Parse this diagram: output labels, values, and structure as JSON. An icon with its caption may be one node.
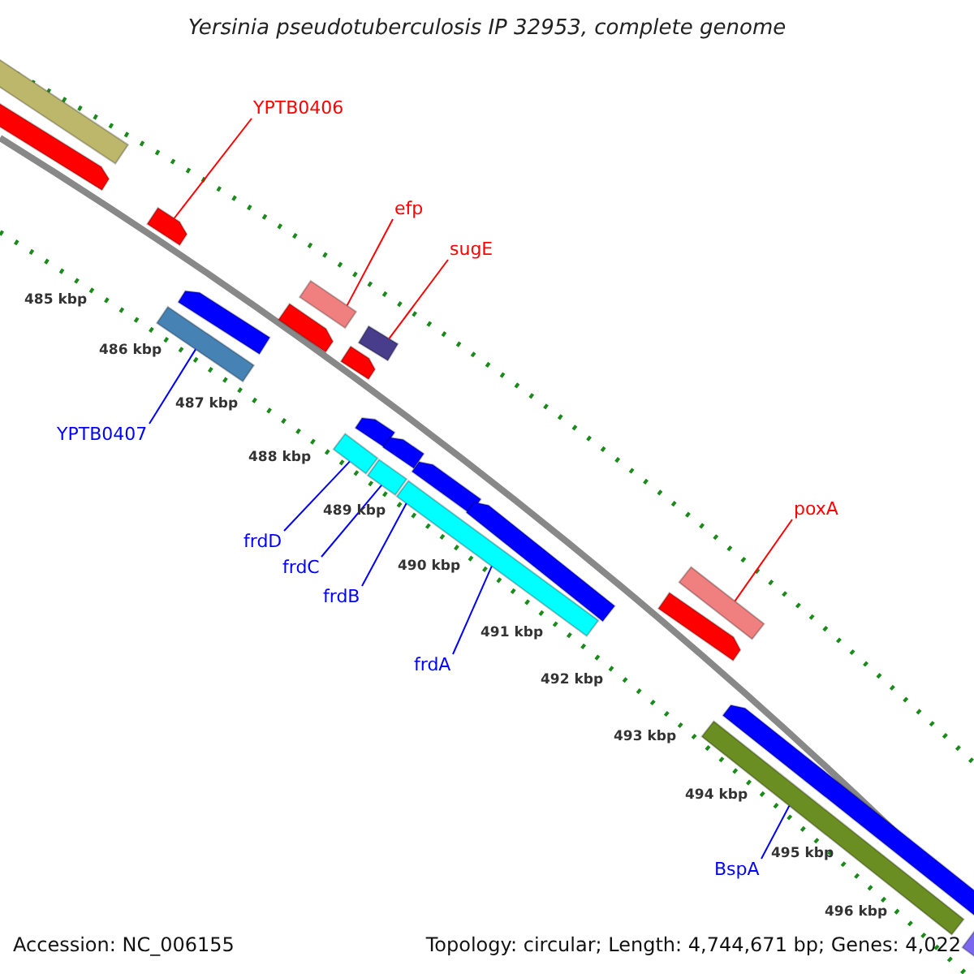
{
  "diagram": {
    "title": "Yersinia pseudotuberculosis IP 32953, complete genome",
    "nodes": [
      {
        "text": [
          "YPTB0406"
        ]
      },
      {
        "text": [
          "efp"
        ]
      },
      {
        "text": [
          "sugE"
        ]
      },
      {
        "text": [
          "YPTB0407"
        ]
      },
      {
        "text": [
          "frdD"
        ]
      },
      {
        "text": [
          "frdC"
        ]
      },
      {
        "text": [
          "frdB"
        ]
      },
      {
        "text": [
          "frdA"
        ]
      },
      {
        "text": [
          "poxA"
        ]
      },
      {
        "text": [
          "BspA"
        ]
      },
      {
        "text": [],
        "shape": "bar"
      },
      {
        "text": [],
        "shape": "arrow"
      },
      {
        "text": [],
        "shape": "arrow"
      },
      {
        "text": [],
        "shape": "bar"
      },
      {
        "text": [],
        "shape": "arrow"
      },
      {
        "text": [],
        "shape": "bar"
      },
      {
        "text": [],
        "shape": "arrow"
      },
      {
        "text": [],
        "shape": "arrow"
      },
      {
        "text": [],
        "shape": "bar"
      },
      {
        "text": [],
        "shape": "arrow"
      },
      {
        "text": [],
        "shape": "arrow"
      },
      {
        "text": [],
        "shape": "arrow"
      },
      {
        "text": [],
        "shape": "arrow"
      },
      {
        "text": [],
        "shape": "bar"
      },
      {
        "text": [],
        "shape": "bar"
      },
      {
        "text": [],
        "shape": "bar"
      },
      {
        "text": [],
        "shape": "bar"
      },
      {
        "text": [],
        "shape": "arrow"
      },
      {
        "text": [],
        "shape": "arrow"
      },
      {
        "text": [],
        "shape": "bar"
      },
      {
        "text": [],
        "shape": "bar"
      }
    ],
    "edges": [
      {
        "from": 0,
        "to": 12,
        "arrow": "none",
        "color": "#ff0000"
      },
      {
        "from": 1,
        "to": 13,
        "arrow": "none",
        "color": "#ff0000"
      },
      {
        "from": 2,
        "to": 15,
        "arrow": "none",
        "color": "#ff0000"
      },
      {
        "from": 3,
        "to": 18,
        "arrow": "none"
      },
      {
        "from": 4,
        "to": 23,
        "arrow": "none"
      },
      {
        "from": 5,
        "to": 24,
        "arrow": "none"
      },
      {
        "from": 6,
        "to": 25,
        "arrow": "none"
      },
      {
        "from": 7,
        "to": 25,
        "arrow": "none"
      },
      {
        "from": 8,
        "to": 26,
        "arrow": "none",
        "color": "#ff0000"
      },
      {
        "from": 9,
        "to": 29,
        "arrow": "none"
      }
    ],
    "labels": [
      "485 kbp",
      "486 kbp",
      "487 kbp",
      "488 kbp",
      "489 kbp",
      "490 kbp",
      "491 kbp",
      "492 kbp",
      "493 kbp",
      "494 kbp",
      "495 kbp",
      "496 kbp",
      "Accession: NC_006155",
      "Topology: circular; Length: 4,744,671 bp; Genes: 4,022"
    ]
  }
}
